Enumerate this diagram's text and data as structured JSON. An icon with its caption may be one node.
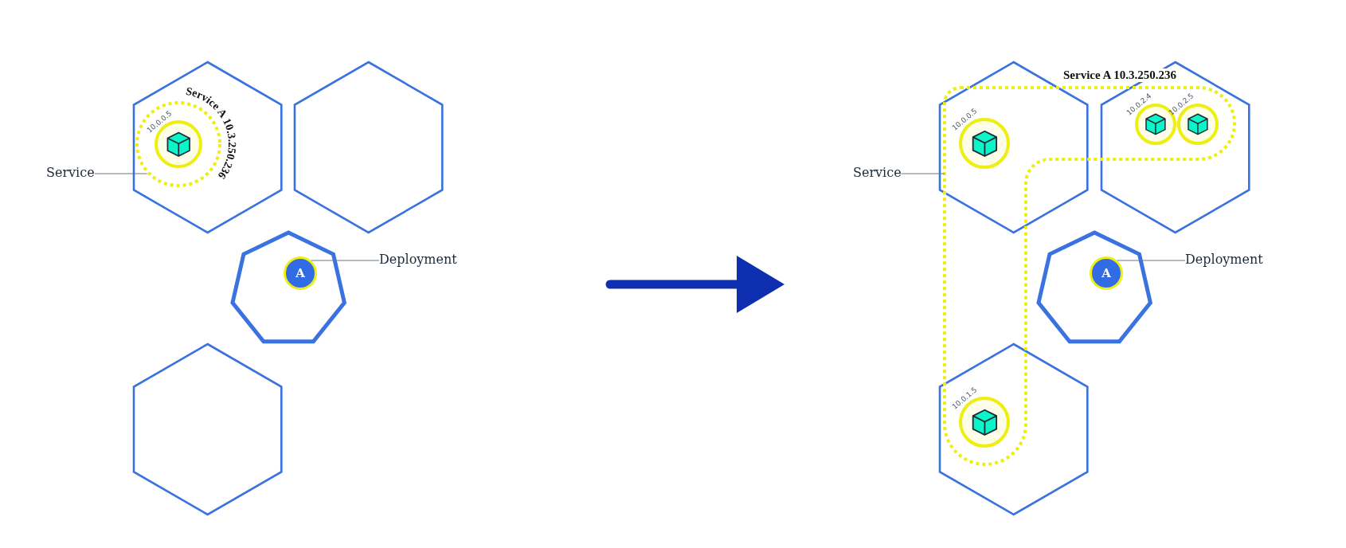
{
  "diagram": {
    "nodes": [
      {
        "text": [],
        "shape": "hexagon"
      },
      {
        "text": [
          "Service A 10.3.250.236"
        ],
        "in": 0
      },
      {
        "text": [
          "10.0.0.5"
        ],
        "in": 1
      },
      {
        "text": [],
        "shape": "hexagon"
      },
      {
        "text": [],
        "shape": "heptagon"
      },
      {
        "text": [
          "A"
        ],
        "in": 4
      },
      {
        "text": [],
        "shape": "hexagon"
      },
      {
        "text": [
          "Service"
        ]
      },
      {
        "text": [
          "Deployment"
        ]
      },
      {
        "text": [],
        "shape": "hexagon"
      },
      {
        "text": [],
        "shape": "hexagon"
      },
      {
        "text": [],
        "shape": "heptagon"
      },
      {
        "text": [
          "A"
        ],
        "in": 11
      },
      {
        "text": [],
        "shape": "hexagon"
      },
      {
        "text": [
          "Service A 10.3.250.236"
        ]
      },
      {
        "text": [],
        "shape": "circle",
        "in": 9
      },
      {
        "text": [],
        "shape": "circle"
      },
      {
        "text": [],
        "shape": "circle"
      },
      {
        "text": [],
        "shape": "circle"
      },
      {
        "text": [
          "Service"
        ]
      },
      {
        "text": [
          "Deployment"
        ]
      }
    ],
    "edges": [
      {
        "from": 7,
        "to": 1,
        "arrow": "none"
      },
      {
        "from": 8,
        "to": 5,
        "arrow": "none"
      },
      {
        "from": 19,
        "to": 14,
        "arrow": "none"
      },
      {
        "from": 20,
        "to": 12,
        "arrow": "none"
      }
    ],
    "labels": [
      "10.0.2.4",
      "10.0.2.5",
      "10.0.0.5",
      "10.0.1.5"
    ]
  }
}
